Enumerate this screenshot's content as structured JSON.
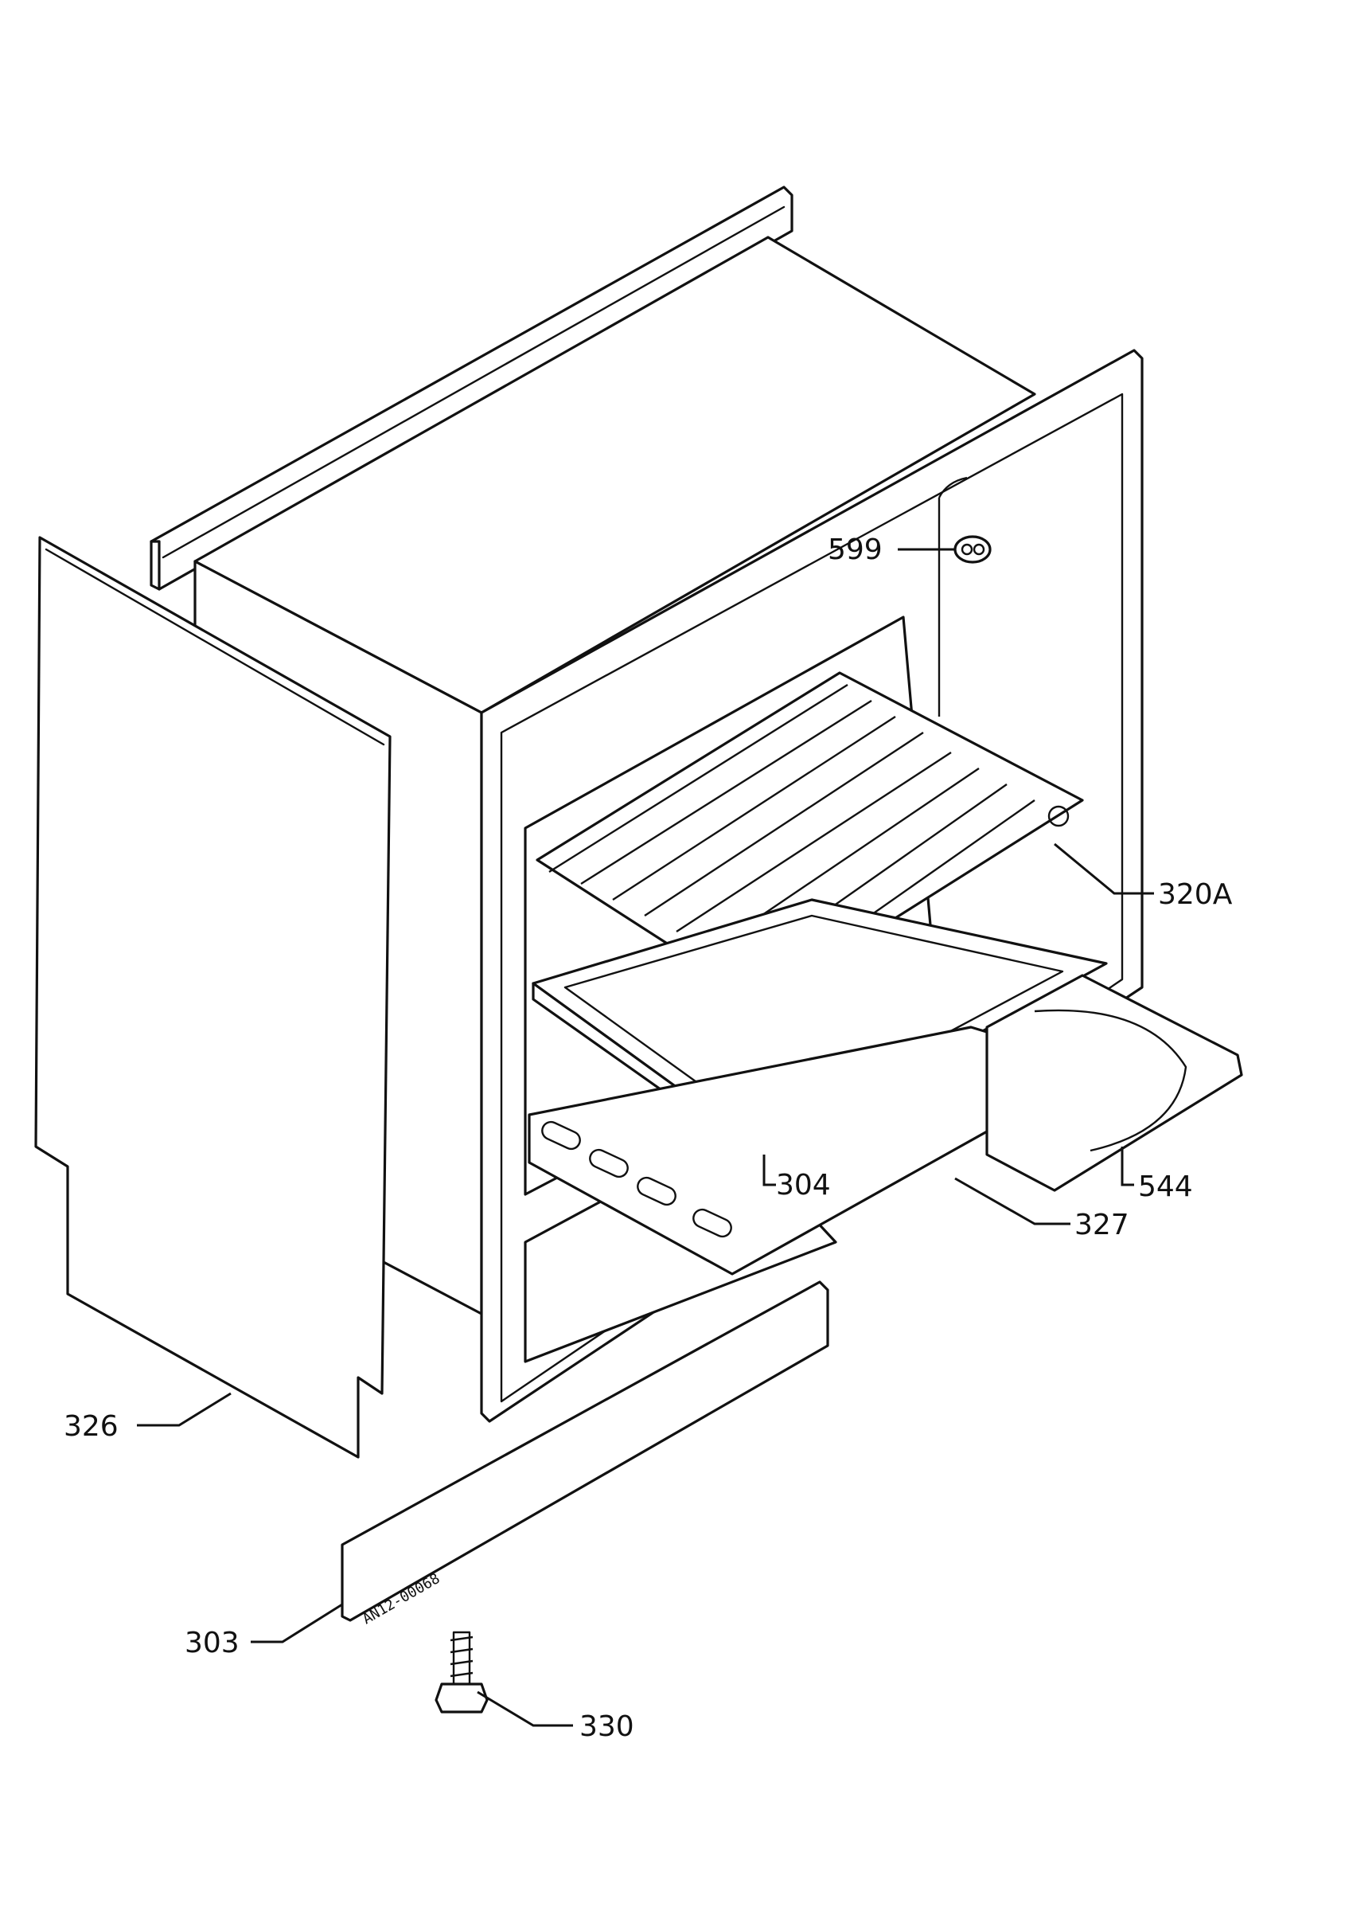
{
  "callouts": {
    "599": "599",
    "320A": "320A",
    "304": "304",
    "544": "544",
    "327": "327",
    "326": "326",
    "303": "303",
    "330": "330"
  },
  "plate_stamp": "AN12-00068"
}
